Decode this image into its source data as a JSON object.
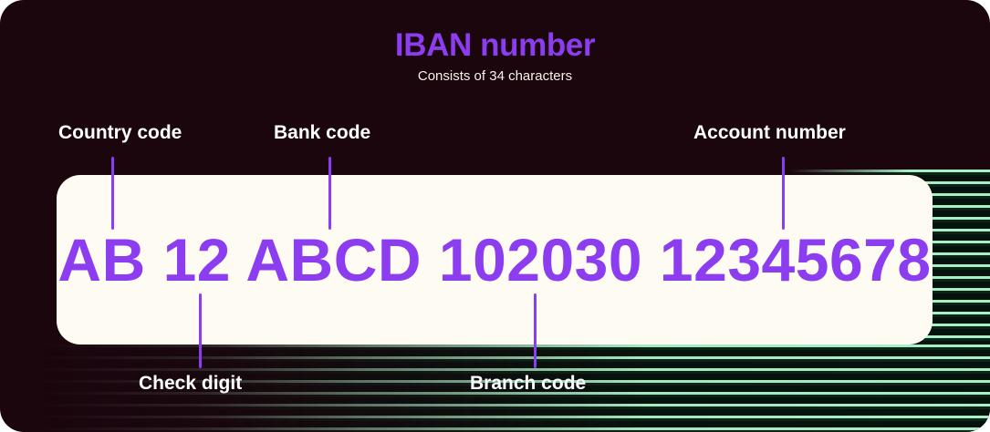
{
  "header": {
    "title": "IBAN number",
    "subtitle": "Consists of 34 characters"
  },
  "card": {
    "iban": "AB 12 ABCD 102030 12345678"
  },
  "callouts": {
    "country_code": "Country code",
    "bank_code": "Bank code",
    "account_number": "Account number",
    "check_digit": "Check digit",
    "branch_code": "Branch code"
  },
  "colors": {
    "background": "#1B060E",
    "accent_purple": "#8B3DEF",
    "card_cream": "#FDFBF2",
    "label_white": "#FFFFFF",
    "stripe_mint": "#A9EFC6"
  }
}
